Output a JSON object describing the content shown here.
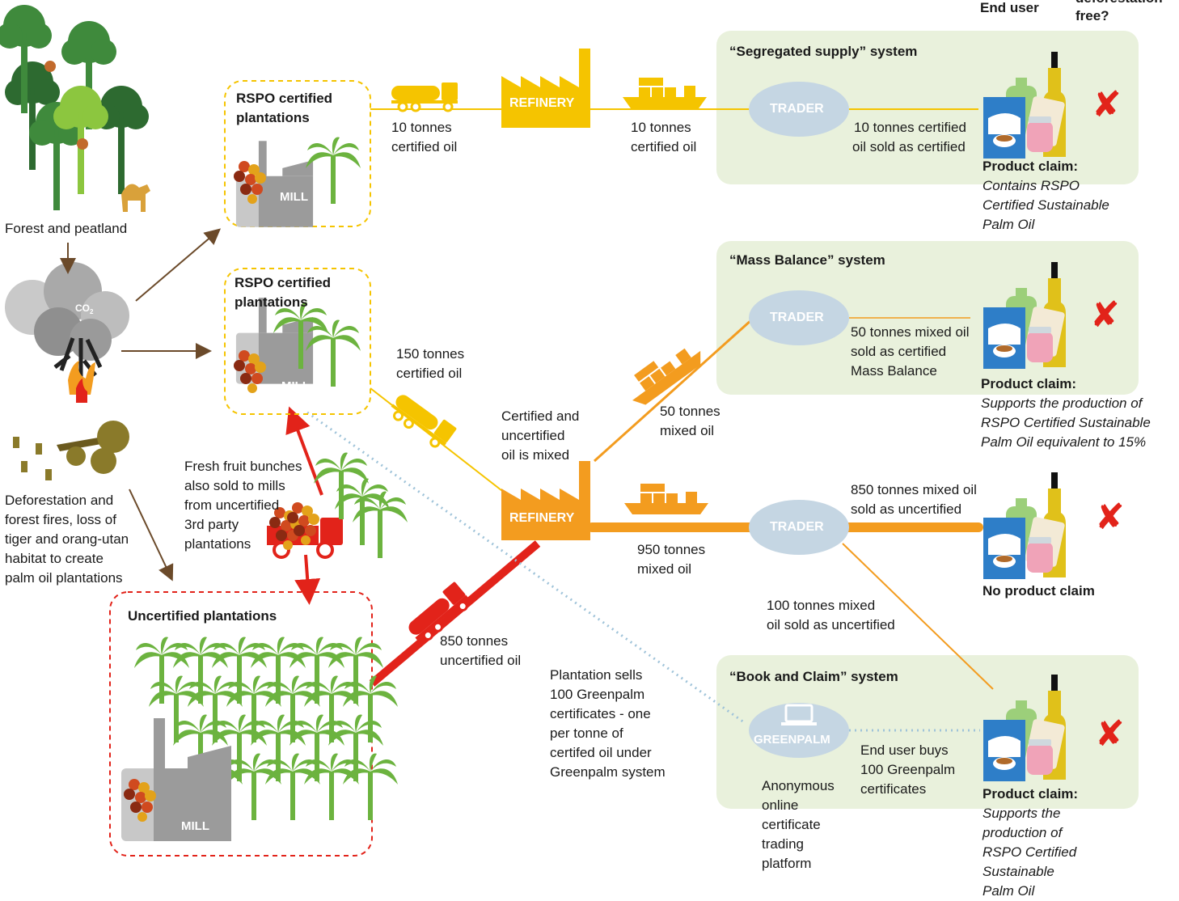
{
  "header": {
    "end_user": "End user",
    "deforestation": "deforestation",
    "free": "free?"
  },
  "forest": {
    "label": "Forest and peatland",
    "co2": "CO",
    "co2_sub": "2"
  },
  "deforestation_text": [
    "Deforestation and",
    "forest fires, loss of",
    "tiger and orang-utan",
    "habitat to create",
    "palm oil plantations"
  ],
  "plantations": {
    "rspo1": {
      "title1": "RSPO certified",
      "title2": "plantations",
      "mill": "MILL"
    },
    "rspo2": {
      "title1": "RSPO certified",
      "title2": "plantations",
      "mill": "MILL"
    },
    "uncert": {
      "title": "Uncertified plantations",
      "mill": "MILL"
    }
  },
  "flows": {
    "f10a": [
      "10 tonnes",
      "certified oil"
    ],
    "f10b": [
      "10 tonnes",
      "certified oil"
    ],
    "f150": [
      "150 tonnes",
      "certified oil"
    ],
    "mixed": [
      "Certified and",
      "uncertified",
      "oil is mixed"
    ],
    "f50": [
      "50 tonnes",
      "mixed oil"
    ],
    "f950": [
      "950 tonnes",
      "mixed oil"
    ],
    "f850u": [
      "850 tonnes",
      "uncertified oil"
    ],
    "f100": [
      "100 tonnes mixed",
      "oil sold as uncertified"
    ],
    "fresh": [
      "Fresh fruit bunches",
      "also sold to mills",
      "from uncertified",
      "3rd party",
      "plantations"
    ],
    "sells": [
      "Plantation sells",
      "100 Greenpalm",
      "certificates - one",
      "per tonne of",
      "certifed oil under",
      "Greenpalm system"
    ]
  },
  "refinery_label": "REFINERY",
  "trader_label": "TRADER",
  "greenpalm_label": "GREENPALM",
  "systems": {
    "segregated": {
      "title": "“Segregated supply” system",
      "sold": [
        "10 tonnes certified",
        "oil sold as certified"
      ],
      "claim_title": "Product claim:",
      "claim": [
        "Contains RSPO",
        "Certified Sustainable",
        "Palm Oil"
      ]
    },
    "mass": {
      "title": "“Mass Balance” system",
      "sold": [
        "50 tonnes mixed oil",
        "sold as certified",
        "Mass Balance"
      ],
      "claim_title": "Product claim:",
      "claim": [
        "Supports the production of",
        "RSPO Certified Sustainable",
        "Palm Oil equivalent to 15%"
      ]
    },
    "uncertified": {
      "sold": [
        "850 tonnes mixed oil",
        "sold as uncertified"
      ],
      "claim_title": "No product claim"
    },
    "book": {
      "title": "“Book and Claim” system",
      "sold": [
        "End user buys",
        "100 Greenpalm",
        "certificates"
      ],
      "platform": [
        "Anonymous",
        "online",
        "certificate",
        "trading",
        "platform"
      ],
      "claim_title": "Product claim:",
      "claim": [
        "Supports the",
        "production of",
        "RSPO Certified",
        "Sustainable",
        "Palm Oil"
      ]
    }
  },
  "mark": "✘",
  "colors": {
    "yellow": "#f5c400",
    "orange": "#f39c1f",
    "red": "#e2231a",
    "brown": "#6b4a2a",
    "green": "#6cb33f",
    "panel": "#e9f1dc",
    "trader": "#c5d6e3",
    "grey": "#9b9b9b"
  }
}
